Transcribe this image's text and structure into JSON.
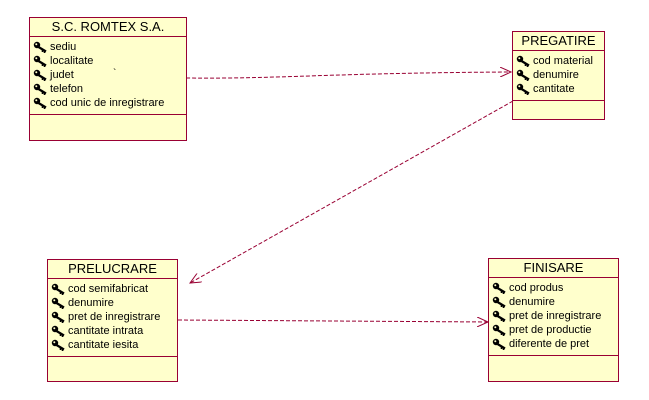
{
  "colors": {
    "class_fill": "#ffffcc",
    "class_border": "#990033",
    "connector": "#990033"
  },
  "attribute_icon": "key-icon",
  "classes": {
    "romtex": {
      "title": "S.C.   ROMTEX S.A.",
      "attributes": [
        "sediu",
        "localitate",
        "judet",
        "telefon",
        "cod unic de inregistrare"
      ],
      "mark": "`"
    },
    "pregatire": {
      "title": "PREGATIRE",
      "attributes": [
        "cod material",
        "denumire",
        "cantitate"
      ]
    },
    "prelucrare": {
      "title": "PRELUCRARE",
      "attributes": [
        "cod semifabricat",
        "denumire",
        "pret de inregistrare",
        "cantitate intrata",
        "cantitate iesita"
      ]
    },
    "finisare": {
      "title": "FINISARE",
      "attributes": [
        "cod produs",
        "denumire",
        "pret de inregistrare",
        "pret de productie",
        "diferente de pret"
      ]
    }
  },
  "connections": [
    {
      "from": "S.C.   ROMTEX S.A.",
      "to": "PREGATIRE"
    },
    {
      "from": "PREGATIRE",
      "to": "PRELUCRARE"
    },
    {
      "from": "PRELUCRARE",
      "to": "FINISARE"
    }
  ]
}
